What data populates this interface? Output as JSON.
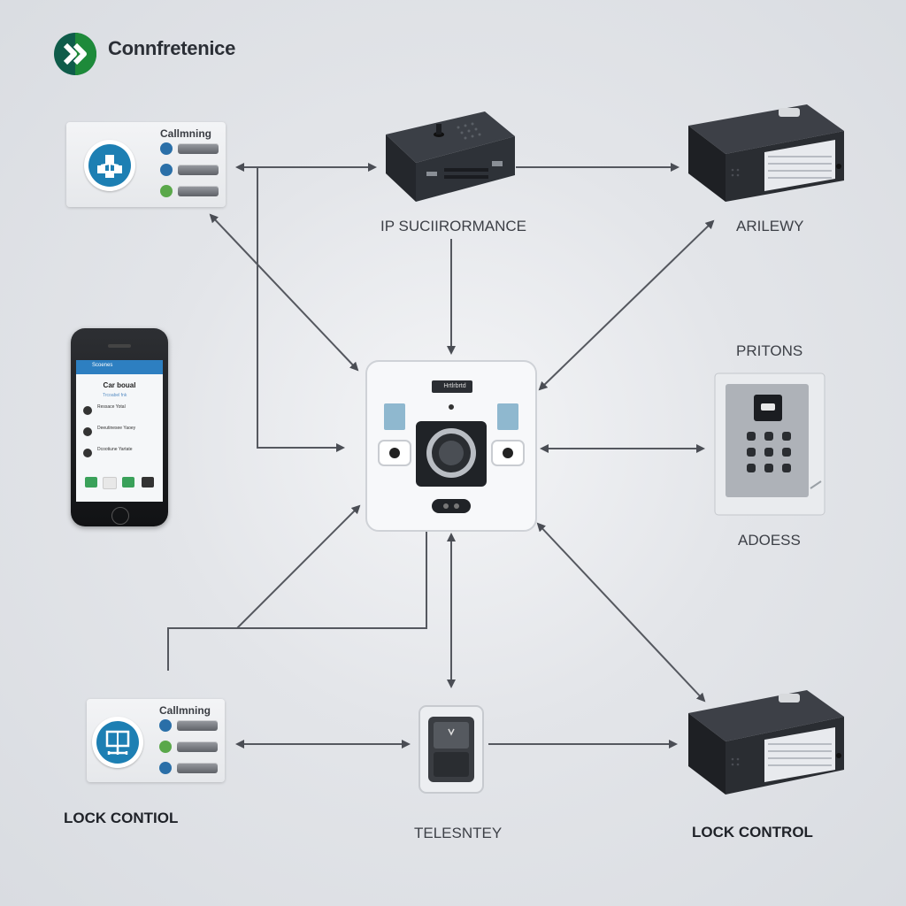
{
  "logo": {
    "text": "Connfretenice"
  },
  "cards": {
    "top_left": {
      "title": "Callmning"
    },
    "bottom_left": {
      "title": "Callmning"
    }
  },
  "phone": {
    "topbar": "Scoenes",
    "title": "Car boual",
    "subtitle": "Trcoabel fnk",
    "rows": [
      "Ressace Yotal",
      "Deeutinesee Yaoey",
      "Dcootiune Yartate"
    ]
  },
  "labels": {
    "ip_surveillance": "IP SUCIIRORMANCE",
    "arilewy": "ARILEWY",
    "pritons": "PRITONS",
    "adoess": "ADOESS",
    "telesntey": "TELESNTEY",
    "lock_control_left": "LOCK CONTIOL",
    "lock_control_right": "LOCK CONTROL"
  },
  "hub": {
    "badge": "Hrtlrbrtd"
  },
  "colors": {
    "accent_blue": "#1d7fb3",
    "logo_green": "#1e8a3a",
    "logo_dark": "#0f5c4a",
    "arrow": "#4a4d54",
    "device_dark": "#2b2e33"
  }
}
